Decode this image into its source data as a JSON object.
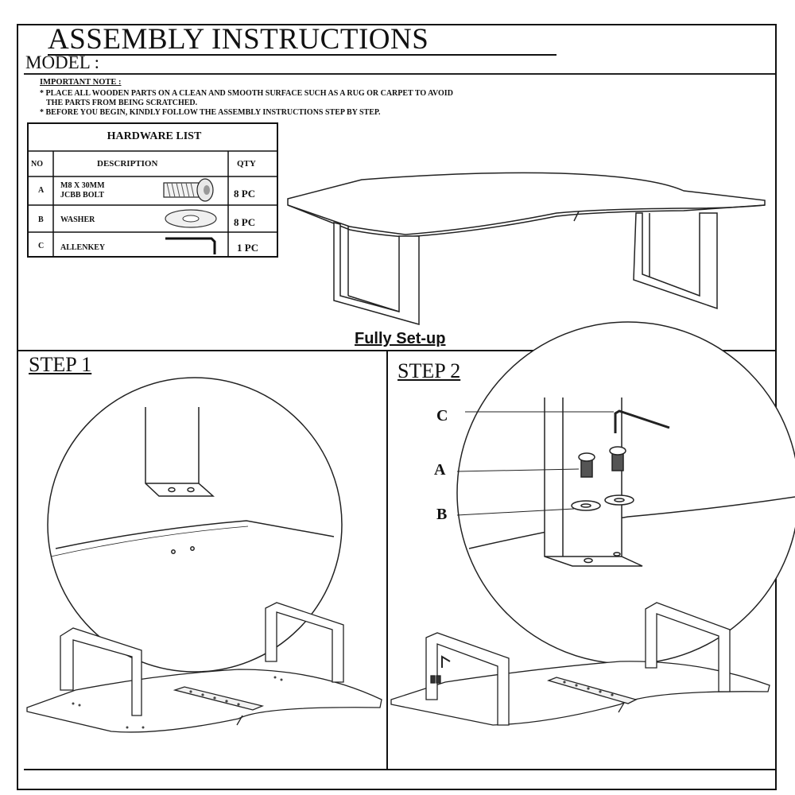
{
  "header": {
    "title": "ASSEMBLY INSTRUCTIONS",
    "model_label": "MODEL :"
  },
  "note": {
    "heading": "IMPORTANT NOTE :",
    "line1": "* PLACE ALL WOODEN PARTS ON A CLEAN AND SMOOTH SURFACE SUCH AS A RUG OR CARPET TO AVOID",
    "line2": "THE PARTS FROM BEING SCRATCHED.",
    "line3": "* BEFORE YOU BEGIN, KINDLY FOLLOW THE ASSEMBLY INSTRUCTIONS STEP BY STEP."
  },
  "hardware": {
    "title": "HARDWARE LIST",
    "col_no": "NO",
    "col_desc": "DESCRIPTION",
    "col_qty": "QTY",
    "rows": [
      {
        "no": "A",
        "desc1": "M8 X 30MM",
        "desc2": "JCBB BOLT",
        "qty": "8 PC",
        "icon": "bolt-icon"
      },
      {
        "no": "B",
        "desc1": "WASHER",
        "desc2": "",
        "qty": "8 PC",
        "icon": "washer-icon"
      },
      {
        "no": "C",
        "desc1": "ALLENKEY",
        "desc2": "",
        "qty": "1 PC",
        "icon": "allen-key-icon"
      }
    ]
  },
  "overview": {
    "caption": "Fully Set-up"
  },
  "step1": {
    "label": "STEP 1"
  },
  "step2": {
    "label": "STEP 2",
    "callouts": {
      "c": "C",
      "a": "A",
      "b": "B"
    }
  }
}
